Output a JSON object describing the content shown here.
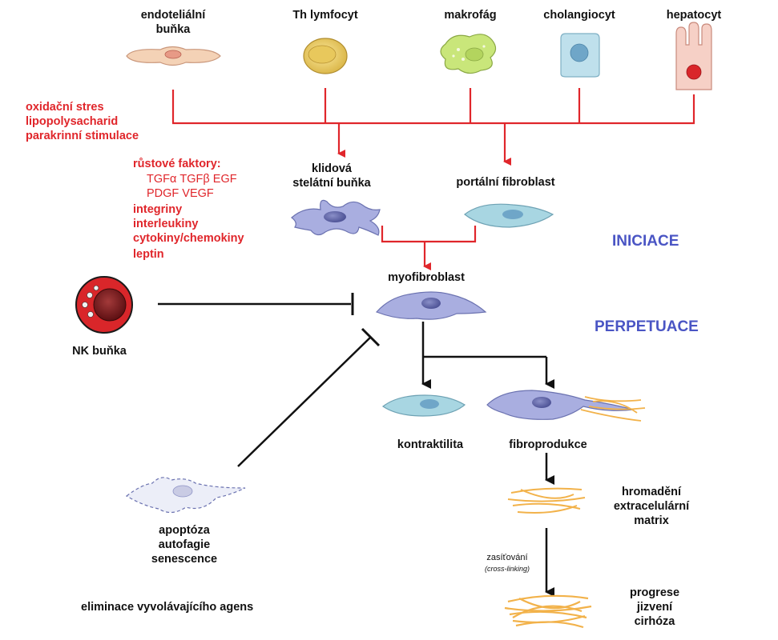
{
  "source_cells": [
    {
      "id": "endothelial",
      "lines": [
        "endoteliální",
        "buňka"
      ]
    },
    {
      "id": "th",
      "lines": [
        "Th lymfocyt"
      ]
    },
    {
      "id": "macrophage",
      "lines": [
        "makrofág"
      ]
    },
    {
      "id": "cholangiocyte",
      "lines": [
        "cholangiocyt"
      ]
    },
    {
      "id": "hepatocyte",
      "lines": [
        "hepatocyt"
      ]
    }
  ],
  "stimuli": [
    "oxidační stres",
    "lipopolysacharid",
    "parakrinní stimulace"
  ],
  "factors": {
    "heading": "růstové faktory:",
    "growth_line1": "TGFα  TGFβ  EGF",
    "growth_line2": "PDGF VEGF",
    "others": [
      "integriny",
      "interleukiny",
      "cytokiny/chemokiny",
      "leptin"
    ]
  },
  "stellate": [
    "klidová",
    "stelátní buňka"
  ],
  "portal": "portální fibroblast",
  "myofibroblast": "myofibroblast",
  "nk_cell": "NK buňka",
  "phases": {
    "initiation": "INICIACE",
    "perpetuation": "PERPETUACE"
  },
  "contractility": "kontraktilita",
  "fibroproduction": "fibroprodukce",
  "ecm": [
    "hromadění",
    "extracelulární",
    "matrix"
  ],
  "crosslink": {
    "label": "zasíťování",
    "sub": "(cross-linking)"
  },
  "outcome": [
    "progrese",
    "jizvení",
    "cirhóza"
  ],
  "fate": [
    "apoptóza",
    "autofagie",
    "senescence"
  ],
  "elimination": "eliminace vyvolávajícího agens",
  "colors": {
    "red": "#e0262b",
    "blue": "#4a55c4",
    "black": "#111111",
    "cell_purple": "#a9aee0",
    "cell_teal": "#9fd0dd",
    "fiber": "#f2b24a"
  }
}
